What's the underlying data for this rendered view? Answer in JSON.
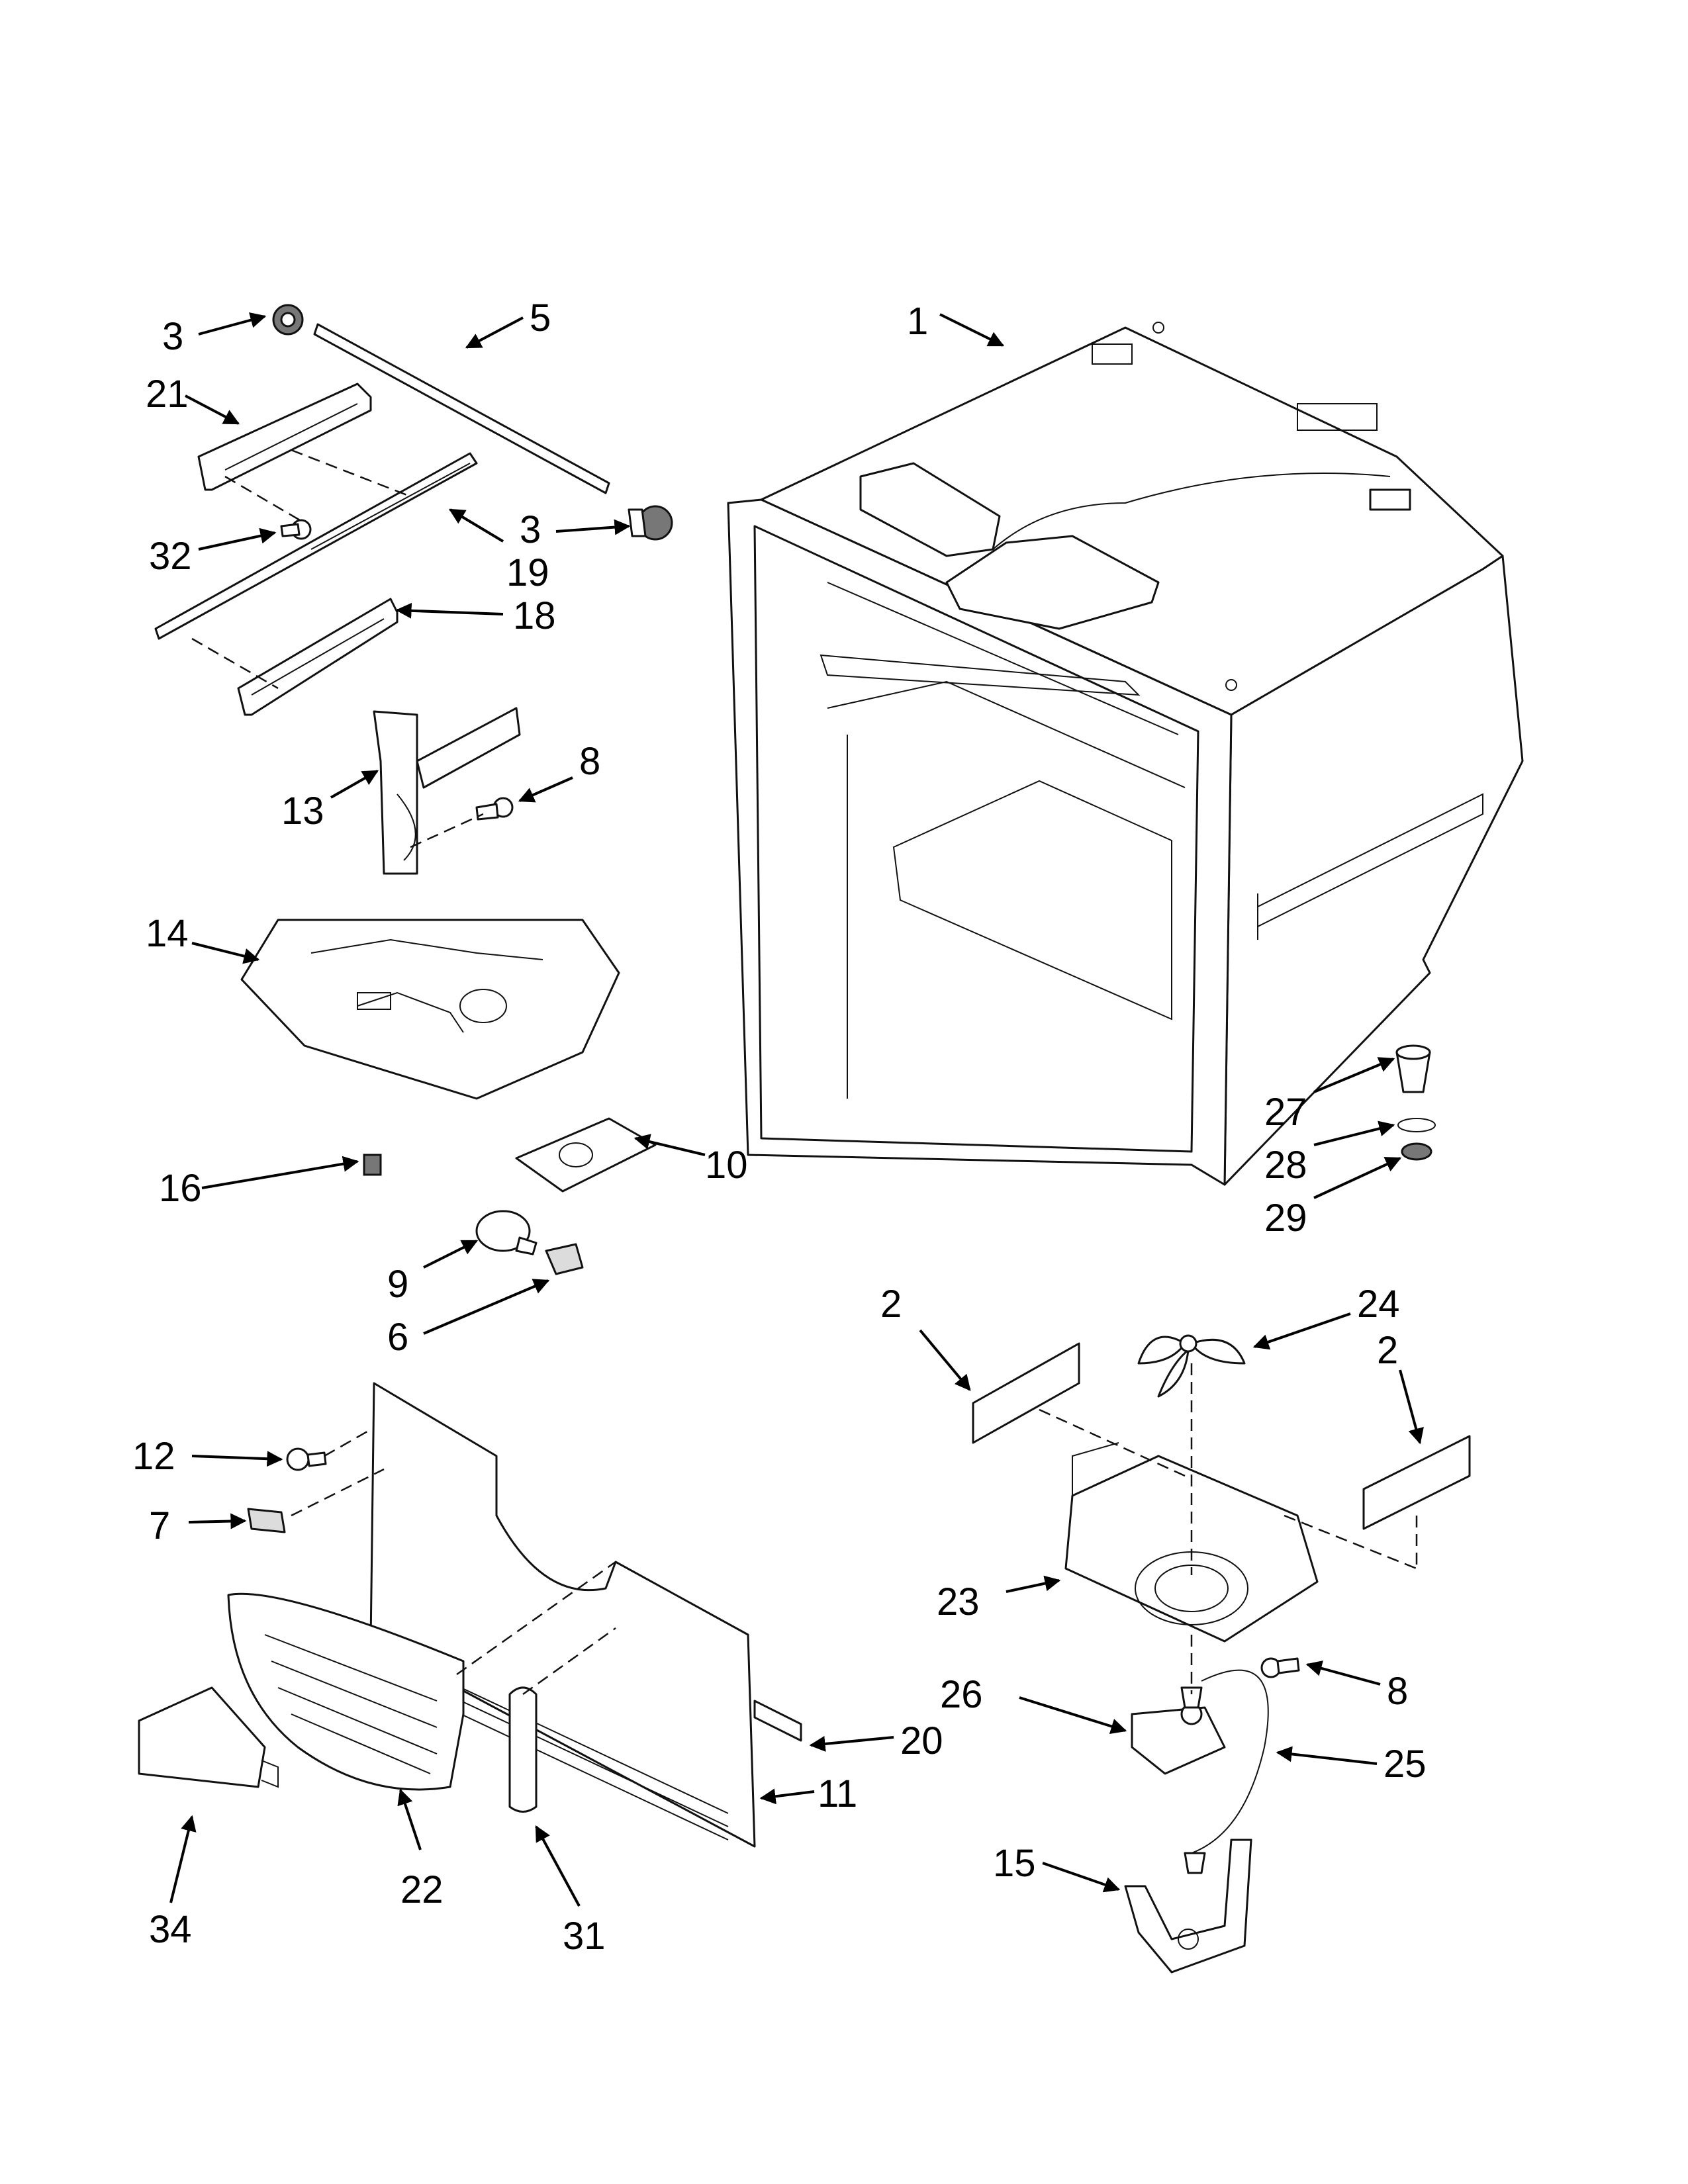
{
  "callouts": [
    {
      "id": "c1",
      "label": "1"
    },
    {
      "id": "c2a",
      "label": "2"
    },
    {
      "id": "c2b",
      "label": "2"
    },
    {
      "id": "c3a",
      "label": "3"
    },
    {
      "id": "c3b",
      "label": "3"
    },
    {
      "id": "c5",
      "label": "5"
    },
    {
      "id": "c6",
      "label": "6"
    },
    {
      "id": "c7",
      "label": "7"
    },
    {
      "id": "c8a",
      "label": "8"
    },
    {
      "id": "c8b",
      "label": "8"
    },
    {
      "id": "c9",
      "label": "9"
    },
    {
      "id": "c10",
      "label": "10"
    },
    {
      "id": "c11",
      "label": "11"
    },
    {
      "id": "c12",
      "label": "12"
    },
    {
      "id": "c13",
      "label": "13"
    },
    {
      "id": "c14",
      "label": "14"
    },
    {
      "id": "c15",
      "label": "15"
    },
    {
      "id": "c16",
      "label": "16"
    },
    {
      "id": "c18",
      "label": "18"
    },
    {
      "id": "c19",
      "label": "19"
    },
    {
      "id": "c20",
      "label": "20"
    },
    {
      "id": "c21",
      "label": "21"
    },
    {
      "id": "c22",
      "label": "22"
    },
    {
      "id": "c23",
      "label": "23"
    },
    {
      "id": "c24",
      "label": "24"
    },
    {
      "id": "c25",
      "label": "25"
    },
    {
      "id": "c26",
      "label": "26"
    },
    {
      "id": "c27",
      "label": "27"
    },
    {
      "id": "c28",
      "label": "28"
    },
    {
      "id": "c29",
      "label": "29"
    },
    {
      "id": "c31",
      "label": "31"
    },
    {
      "id": "c32",
      "label": "32"
    },
    {
      "id": "c34",
      "label": "34"
    }
  ]
}
